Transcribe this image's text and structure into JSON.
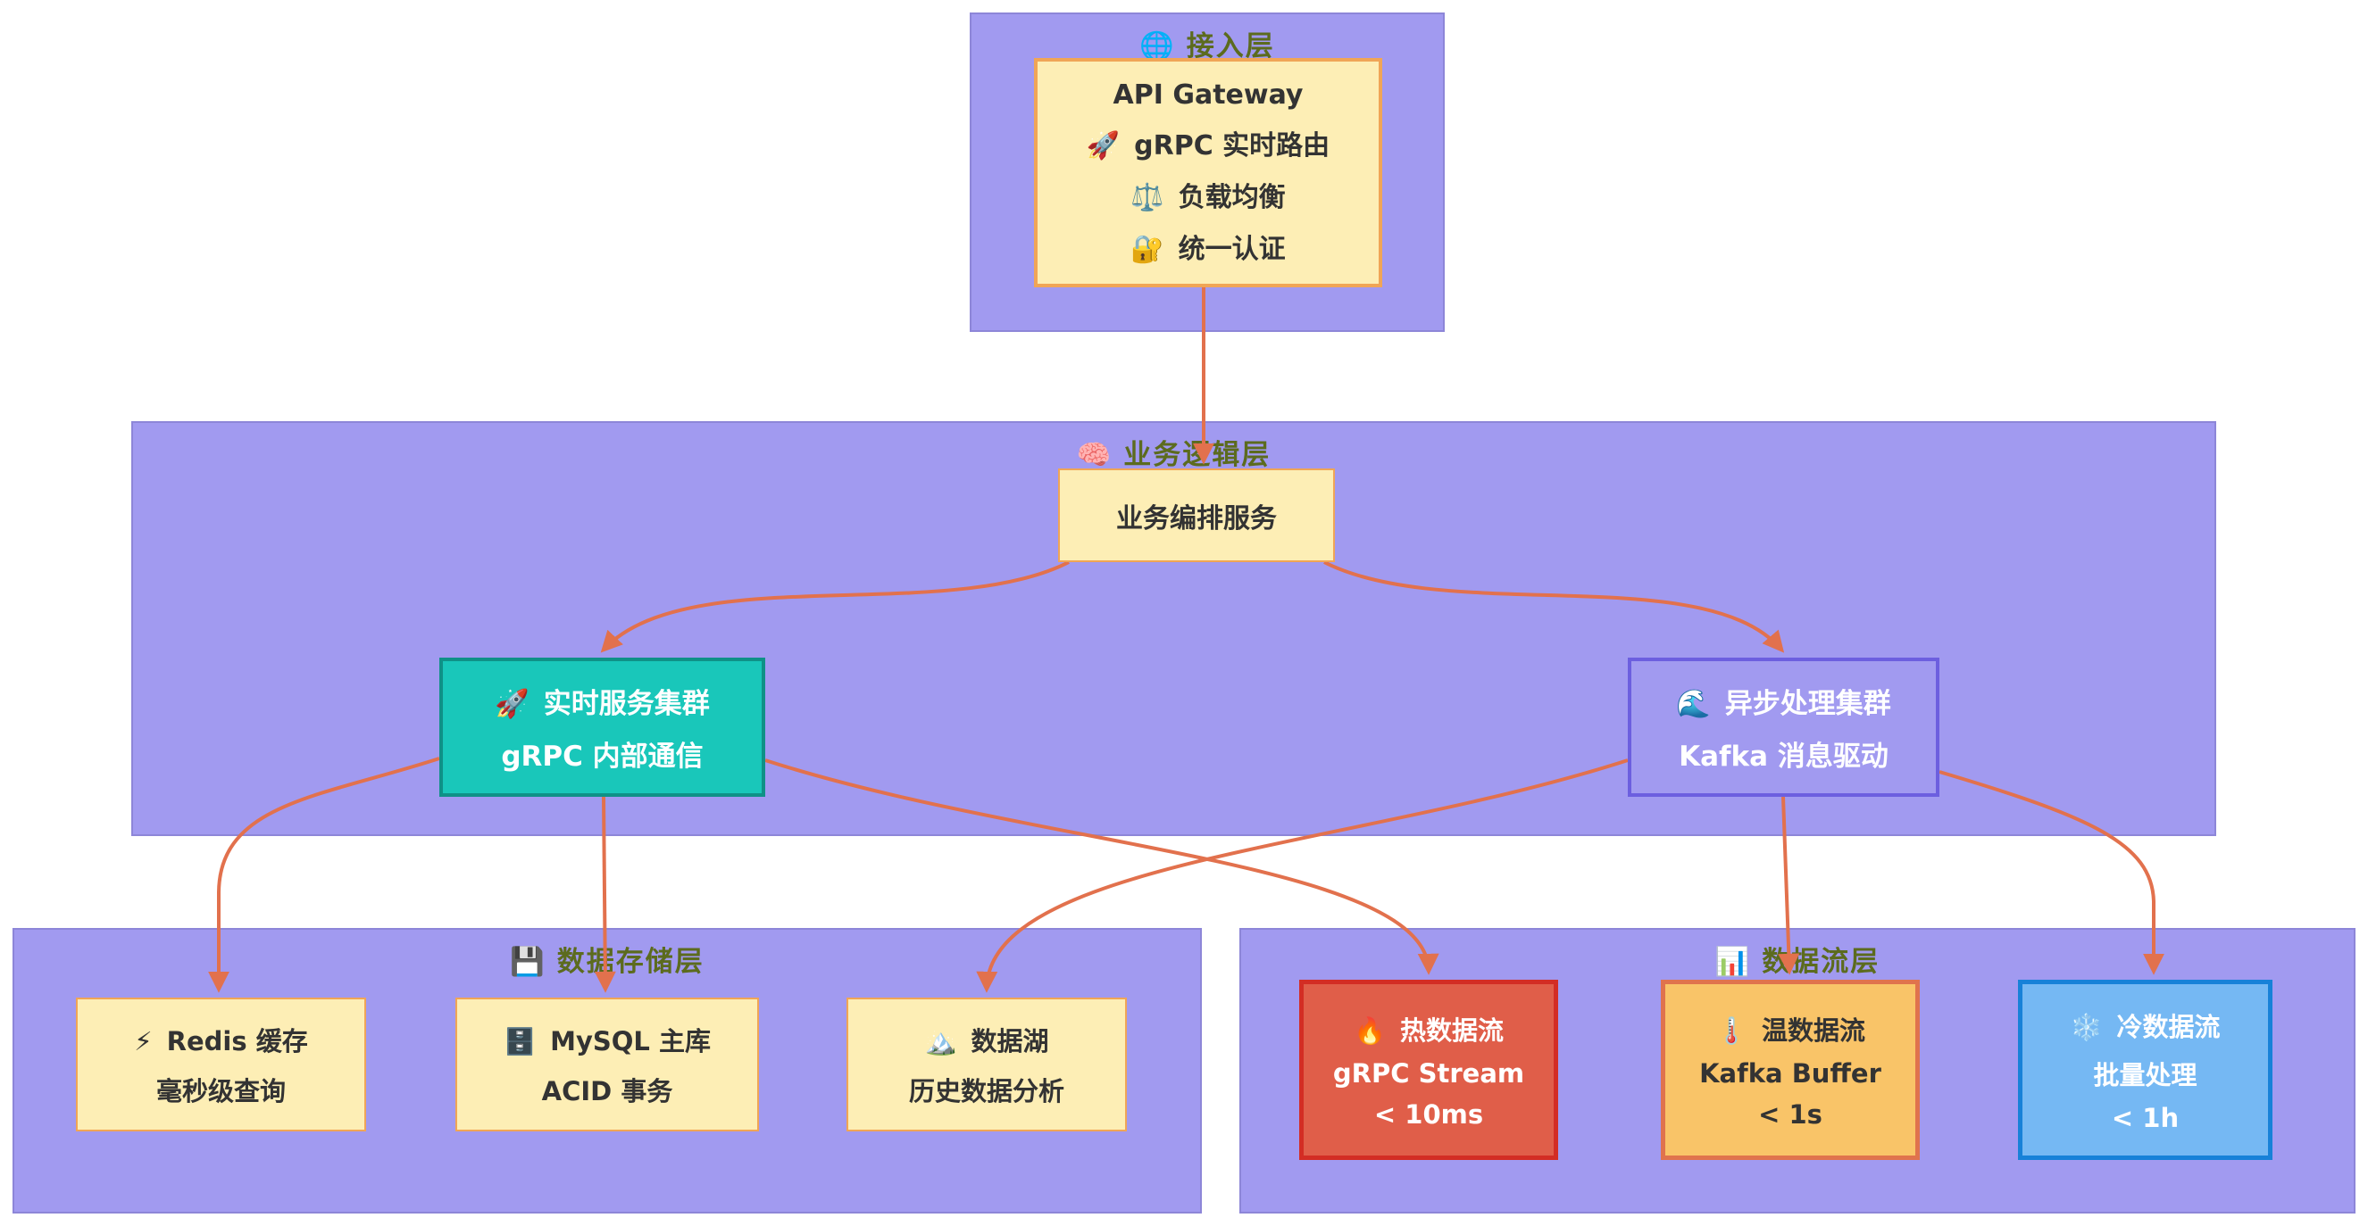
{
  "clusters": {
    "access": {
      "icon": "🌐",
      "title": "接入层"
    },
    "logic": {
      "icon": "🧠",
      "title": "业务逻辑层"
    },
    "storage": {
      "icon": "💾",
      "title": "数据存储层"
    },
    "stream": {
      "icon": "📊",
      "title": "数据流层"
    }
  },
  "nodes": {
    "gateway": {
      "title": "API Gateway",
      "features": [
        {
          "icon": "🚀",
          "text": "gRPC 实时路由"
        },
        {
          "icon": "⚖️",
          "text": "负载均衡"
        },
        {
          "icon": "🔐",
          "text": "统一认证"
        }
      ]
    },
    "orchestrator": {
      "title": "业务编排服务"
    },
    "realtime": {
      "icon": "🚀",
      "title": "实时服务集群",
      "subtitle": "gRPC 内部通信"
    },
    "async": {
      "icon": "🌊",
      "title": "异步处理集群",
      "subtitle": "Kafka 消息驱动"
    },
    "redis": {
      "icon": "⚡",
      "title": "Redis 缓存",
      "subtitle": "毫秒级查询"
    },
    "mysql": {
      "icon": "🗄️",
      "title": "MySQL 主库",
      "subtitle": "ACID 事务"
    },
    "datalake": {
      "icon": "🏔️",
      "title": "数据湖",
      "subtitle": "历史数据分析"
    },
    "hot": {
      "icon": "🔥",
      "title": "热数据流",
      "line2": "gRPC Stream",
      "line3": "< 10ms"
    },
    "warm": {
      "icon": "🌡️",
      "title": "温数据流",
      "line2": "Kafka Buffer",
      "line3": "< 1s"
    },
    "cold": {
      "icon": "❄️",
      "title": "冷数据流",
      "line2": "批量处理",
      "line3": "< 1h"
    }
  },
  "edges": [
    {
      "from": "API Gateway",
      "to": "业务编排服务"
    },
    {
      "from": "业务编排服务",
      "to": "实时服务集群"
    },
    {
      "from": "业务编排服务",
      "to": "异步处理集群"
    },
    {
      "from": "实时服务集群",
      "to": "Redis 缓存"
    },
    {
      "from": "实时服务集群",
      "to": "MySQL 主库"
    },
    {
      "from": "实时服务集群",
      "to": "热数据流"
    },
    {
      "from": "异步处理集群",
      "to": "数据湖"
    },
    {
      "from": "异步处理集群",
      "to": "温数据流"
    },
    {
      "from": "异步处理集群",
      "to": "冷数据流"
    }
  ],
  "colors": {
    "cluster_fill": "#a19af0",
    "cluster_border": "#8d86d8",
    "cluster_label": "#5c6b1e",
    "node_cream_fill": "#fdeeb5",
    "node_cream_border": "#f0a556",
    "teal_fill": "#19c7ba",
    "teal_border": "#0f9187",
    "async_border": "#6c5fdf",
    "hot_fill": "#e05e49",
    "hot_border": "#d32d24",
    "warm_fill": "#f9c468",
    "warm_border": "#e0734d",
    "cold_fill": "#75b8f3",
    "cold_border": "#1781d8",
    "edge": "#e2714d",
    "dark_text": "#333333",
    "light_text": "#ffffff"
  }
}
